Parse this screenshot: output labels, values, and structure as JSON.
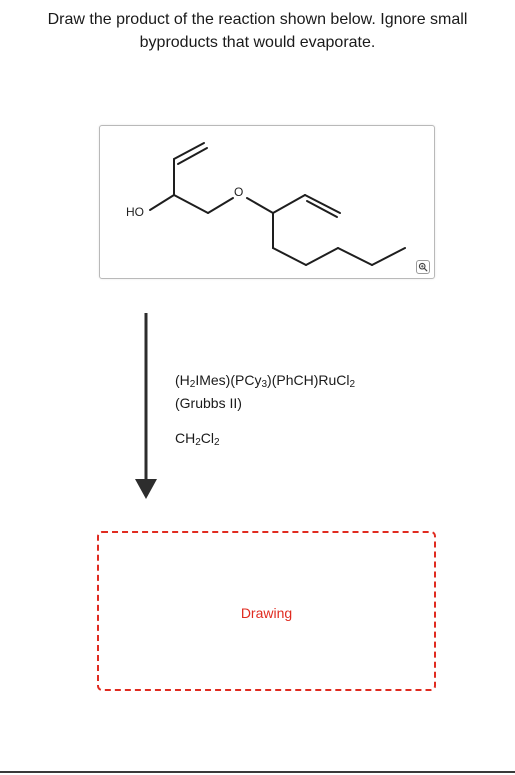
{
  "question": {
    "line1": "Draw the product of the reaction shown below. Ignore small",
    "line2": "byproducts that would evaporate."
  },
  "molecule": {
    "ho_label": "HO",
    "o_label": "O"
  },
  "zoom_icon": "magnifier-zoom-icon",
  "reaction": {
    "catalyst_parts": [
      "(H",
      "2",
      "IMes)(PCy",
      "3",
      ")(PhCH)RuCl",
      "2"
    ],
    "catalyst_name": "(Grubbs II)",
    "solvent_parts": [
      "CH",
      "2",
      "Cl",
      "2"
    ]
  },
  "drawing": {
    "label": "Drawing"
  },
  "colors": {
    "accent_red": "#e02b20",
    "arrow": "#2d2d2d"
  }
}
